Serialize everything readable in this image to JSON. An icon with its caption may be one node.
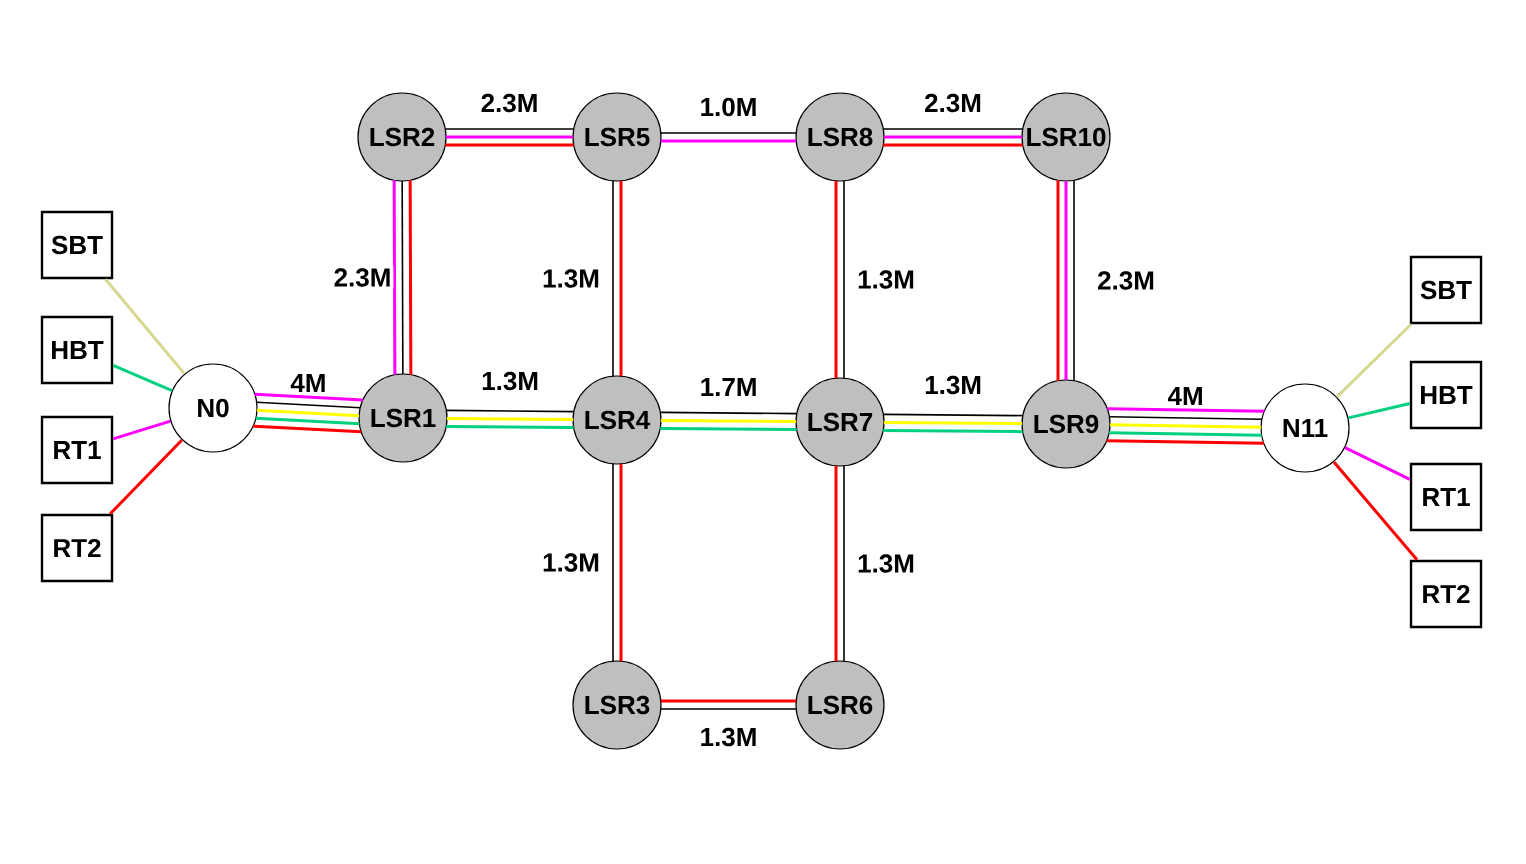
{
  "diagram": {
    "nodes": [
      {
        "text": [
          "SBT"
        ]
      },
      {
        "text": [
          "HBT"
        ]
      },
      {
        "text": [
          "RT1"
        ]
      },
      {
        "text": [
          "RT2"
        ]
      },
      {
        "text": [
          "N0"
        ]
      },
      {
        "text": [
          "LSR2"
        ]
      },
      {
        "text": [
          "LSR5"
        ]
      },
      {
        "text": [
          "LSR8"
        ]
      },
      {
        "text": [
          "LSR10"
        ]
      },
      {
        "text": [
          "LSR1"
        ]
      },
      {
        "text": [
          "LSR4"
        ]
      },
      {
        "text": [
          "LSR7"
        ]
      },
      {
        "text": [
          "LSR9"
        ]
      },
      {
        "text": [
          "N11"
        ]
      },
      {
        "text": [
          "LSR3"
        ]
      },
      {
        "text": [
          "LSR6"
        ]
      },
      {
        "text": [
          "SBT"
        ]
      },
      {
        "text": [
          "HBT"
        ]
      },
      {
        "text": [
          "RT1"
        ]
      },
      {
        "text": [
          "RT2"
        ]
      }
    ],
    "edges": [
      {
        "from": 0,
        "to": 4,
        "arrow": "none",
        "color": "#d8d890"
      },
      {
        "from": 1,
        "to": 4,
        "arrow": "none",
        "color": "#00d080"
      },
      {
        "from": 2,
        "to": 4,
        "arrow": "none",
        "color": "#ff00ff"
      },
      {
        "from": 3,
        "to": 4,
        "arrow": "none",
        "color": "#ff0000"
      },
      {
        "from": 4,
        "to": 9,
        "arrow": "none",
        "color": "#ff00ff"
      },
      {
        "from": 4,
        "to": 9,
        "arrow": "none",
        "label": "4M"
      },
      {
        "from": 4,
        "to": 9,
        "arrow": "none",
        "color": "#ffff00"
      },
      {
        "from": 4,
        "to": 9,
        "arrow": "none",
        "color": "#00d080"
      },
      {
        "from": 4,
        "to": 9,
        "arrow": "none",
        "color": "#ff0000"
      },
      {
        "from": 5,
        "to": 9,
        "arrow": "none",
        "color": "#ff0000"
      },
      {
        "from": 5,
        "to": 9,
        "arrow": "none",
        "label": "2.3M"
      },
      {
        "from": 5,
        "to": 9,
        "arrow": "none",
        "color": "#ff00ff"
      },
      {
        "from": 5,
        "to": 6,
        "arrow": "none",
        "label": "2.3M"
      },
      {
        "from": 5,
        "to": 6,
        "arrow": "none",
        "color": "#ff00ff"
      },
      {
        "from": 5,
        "to": 6,
        "arrow": "none",
        "color": "#ff0000"
      },
      {
        "from": 6,
        "to": 7,
        "arrow": "none",
        "label": "1.0M"
      },
      {
        "from": 6,
        "to": 7,
        "arrow": "none",
        "color": "#ff00ff"
      },
      {
        "from": 7,
        "to": 8,
        "arrow": "none",
        "label": "2.3M"
      },
      {
        "from": 7,
        "to": 8,
        "arrow": "none",
        "color": "#ff00ff"
      },
      {
        "from": 7,
        "to": 8,
        "arrow": "none",
        "color": "#ff0000"
      },
      {
        "from": 8,
        "to": 12,
        "arrow": "none",
        "label": "2.3M"
      },
      {
        "from": 8,
        "to": 12,
        "arrow": "none",
        "color": "#ff00ff"
      },
      {
        "from": 8,
        "to": 12,
        "arrow": "none",
        "color": "#ff0000"
      },
      {
        "from": 6,
        "to": 10,
        "arrow": "none",
        "color": "#ff0000"
      },
      {
        "from": 6,
        "to": 10,
        "arrow": "none",
        "label": "1.3M"
      },
      {
        "from": 7,
        "to": 11,
        "arrow": "none",
        "label": "1.3M"
      },
      {
        "from": 7,
        "to": 11,
        "arrow": "none",
        "color": "#ff0000"
      },
      {
        "from": 9,
        "to": 10,
        "arrow": "none",
        "label": "1.3M"
      },
      {
        "from": 9,
        "to": 10,
        "arrow": "none",
        "color": "#ffff00"
      },
      {
        "from": 9,
        "to": 10,
        "arrow": "none",
        "color": "#00d080"
      },
      {
        "from": 10,
        "to": 11,
        "arrow": "none",
        "label": "1.7M"
      },
      {
        "from": 10,
        "to": 11,
        "arrow": "none",
        "color": "#ffff00"
      },
      {
        "from": 10,
        "to": 11,
        "arrow": "none",
        "color": "#00d080"
      },
      {
        "from": 11,
        "to": 12,
        "arrow": "none",
        "label": "1.3M"
      },
      {
        "from": 11,
        "to": 12,
        "arrow": "none",
        "color": "#ffff00"
      },
      {
        "from": 11,
        "to": 12,
        "arrow": "none",
        "color": "#00d080"
      },
      {
        "from": 12,
        "to": 13,
        "arrow": "none",
        "color": "#ff00ff"
      },
      {
        "from": 12,
        "to": 13,
        "arrow": "none",
        "label": "4M"
      },
      {
        "from": 12,
        "to": 13,
        "arrow": "none",
        "color": "#ffff00"
      },
      {
        "from": 12,
        "to": 13,
        "arrow": "none",
        "color": "#00d080"
      },
      {
        "from": 12,
        "to": 13,
        "arrow": "none",
        "color": "#ff0000"
      },
      {
        "from": 10,
        "to": 14,
        "arrow": "none",
        "color": "#ff0000"
      },
      {
        "from": 10,
        "to": 14,
        "arrow": "none",
        "label": "1.3M"
      },
      {
        "from": 11,
        "to": 15,
        "arrow": "none",
        "label": "1.3M"
      },
      {
        "from": 11,
        "to": 15,
        "arrow": "none",
        "color": "#ff0000"
      },
      {
        "from": 14,
        "to": 15,
        "arrow": "none",
        "color": "#ff0000"
      },
      {
        "from": 14,
        "to": 15,
        "arrow": "none",
        "label": "1.3M"
      },
      {
        "from": 13,
        "to": 16,
        "arrow": "none",
        "color": "#d8d890"
      },
      {
        "from": 13,
        "to": 17,
        "arrow": "none",
        "color": "#00d080"
      },
      {
        "from": 13,
        "to": 18,
        "arrow": "none",
        "color": "#ff00ff"
      },
      {
        "from": 13,
        "to": 19,
        "arrow": "none",
        "color": "#ff0000"
      }
    ]
  }
}
